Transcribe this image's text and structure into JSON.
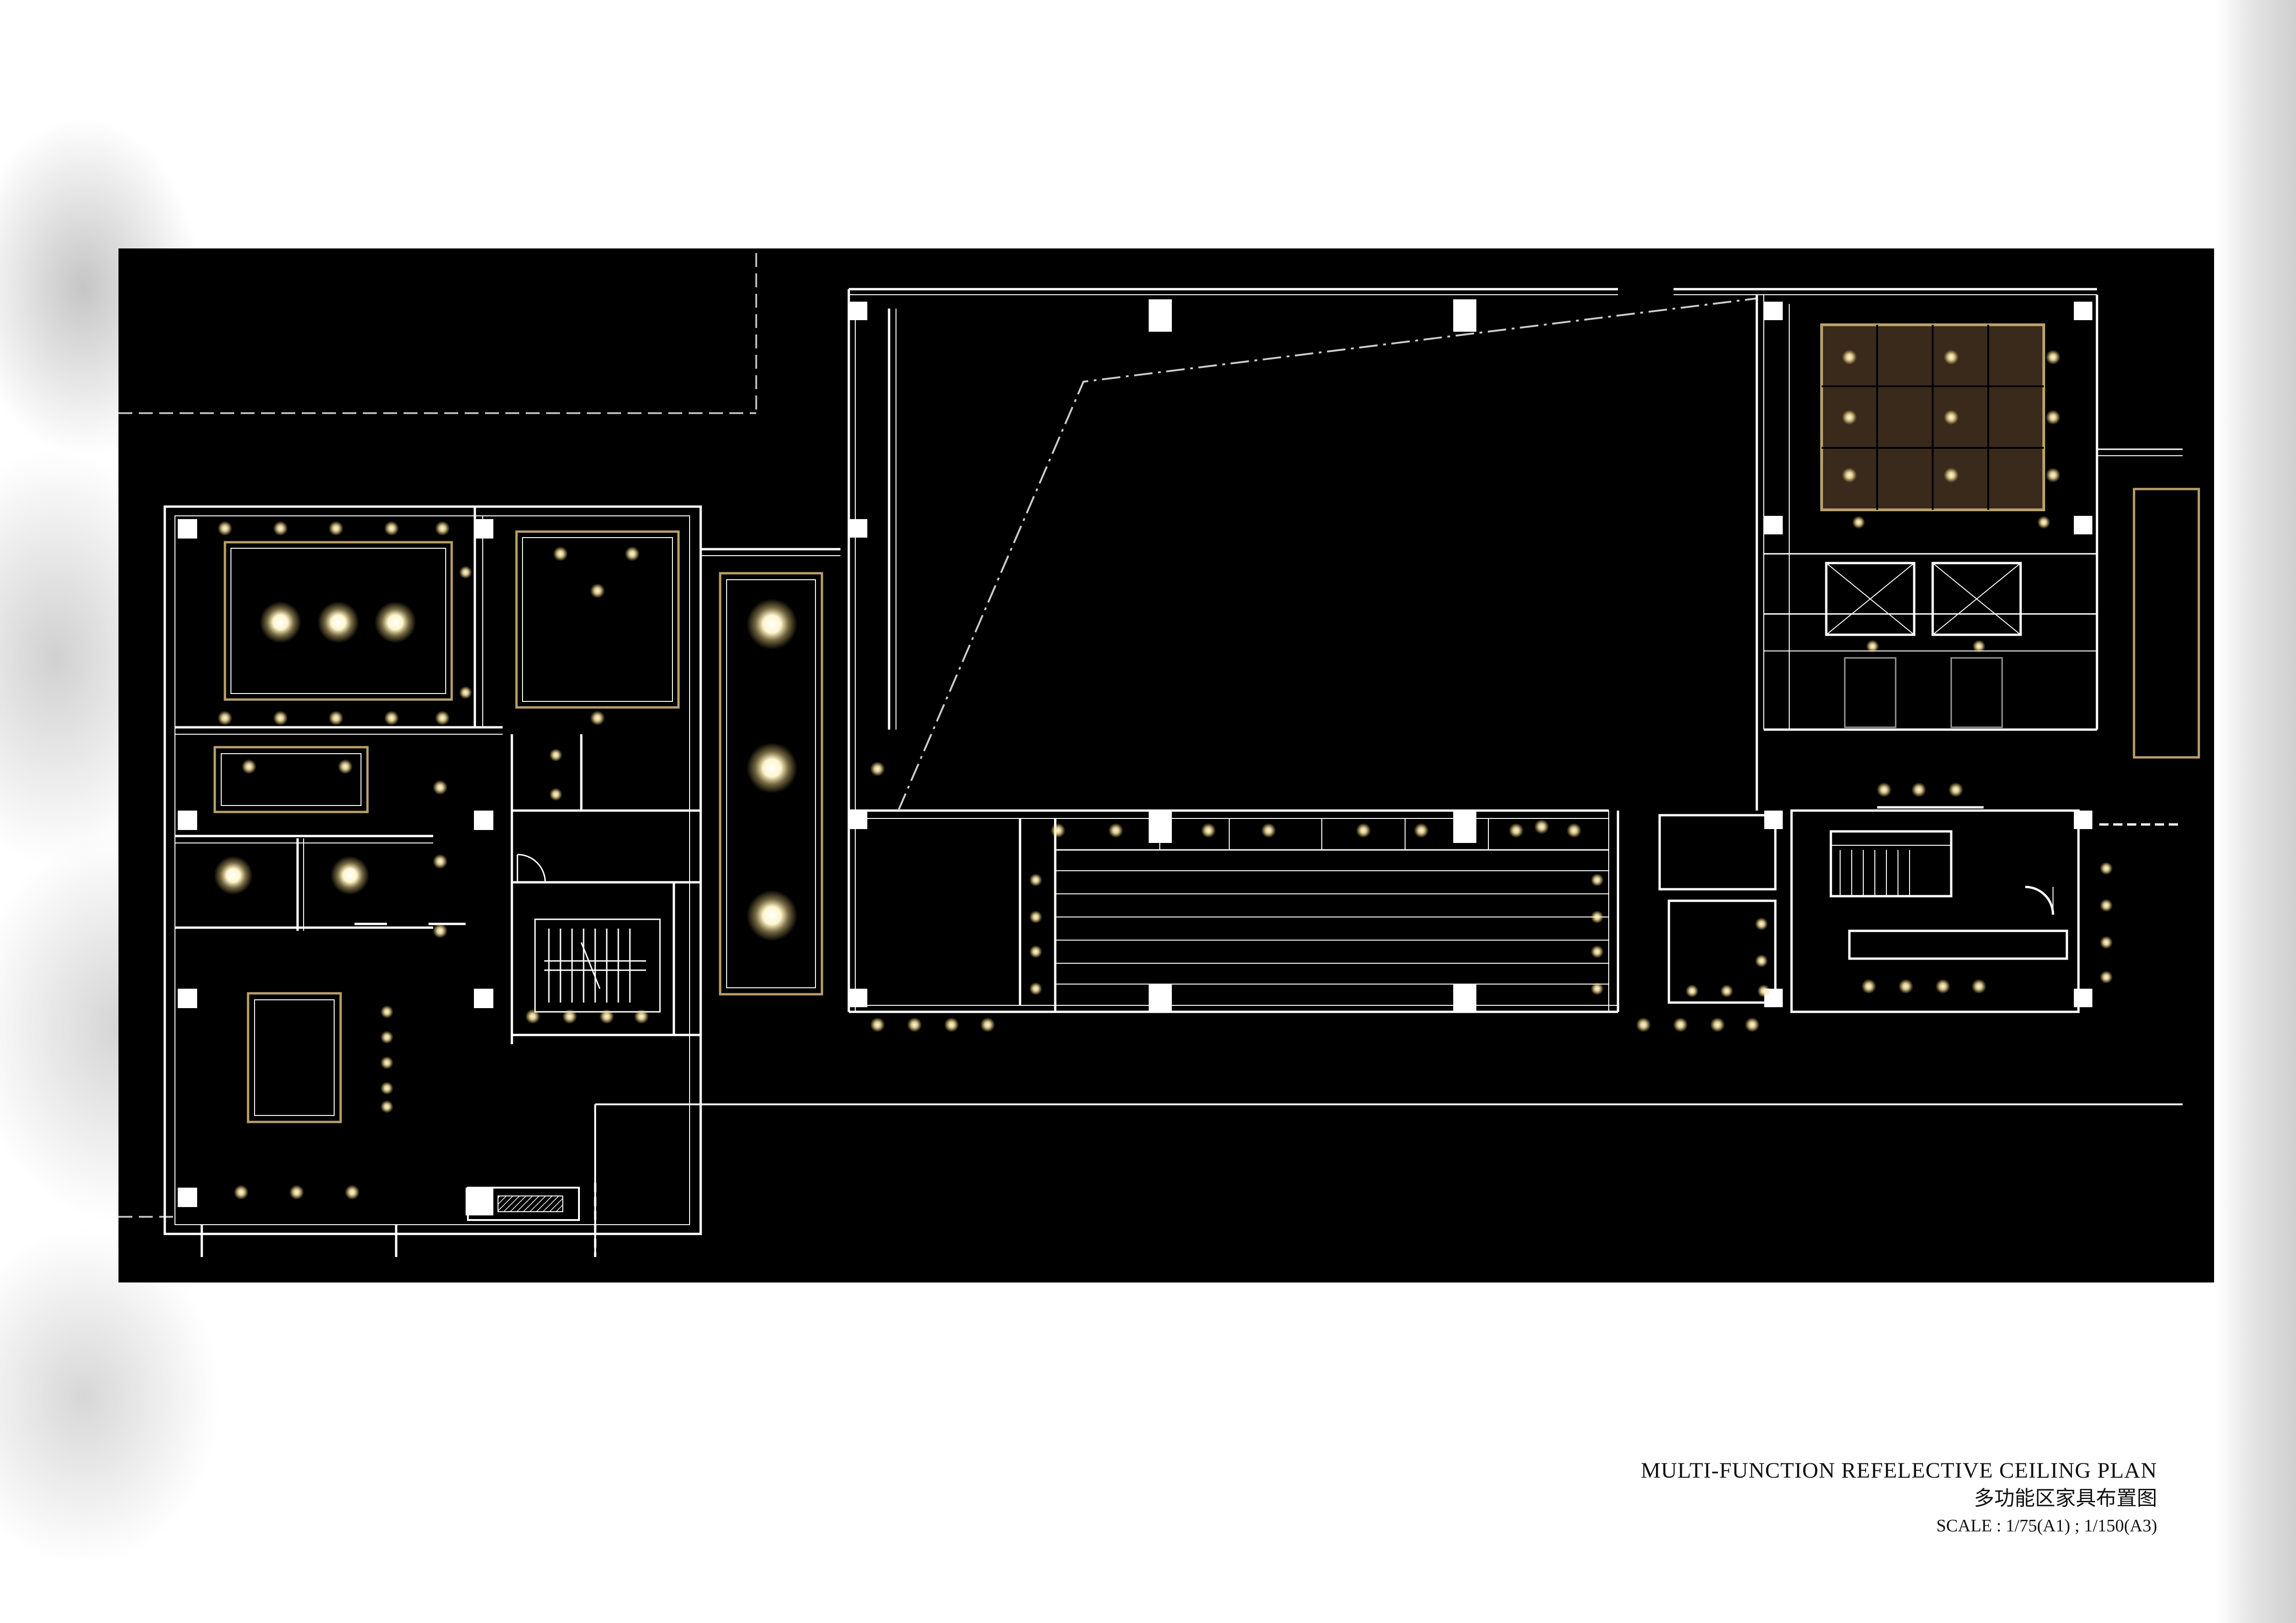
{
  "caption": {
    "title": "MULTI-FUNCTION REFELECTIVE CEILING PLAN",
    "subtitle": "多功能区家具布置图",
    "scale": "SCALE : 1/75(A1) ; 1/150(A3)"
  },
  "colors": {
    "background": "#000000",
    "walls": "#ffffff",
    "trim_gold": "#b8a06a",
    "light_glow": "#fff3c4",
    "panel_brown": "#3a2a1c"
  },
  "icons": [
    "large-pendant-light-icon",
    "downlight-icon",
    "elevator-cross-icon",
    "column-icon"
  ]
}
